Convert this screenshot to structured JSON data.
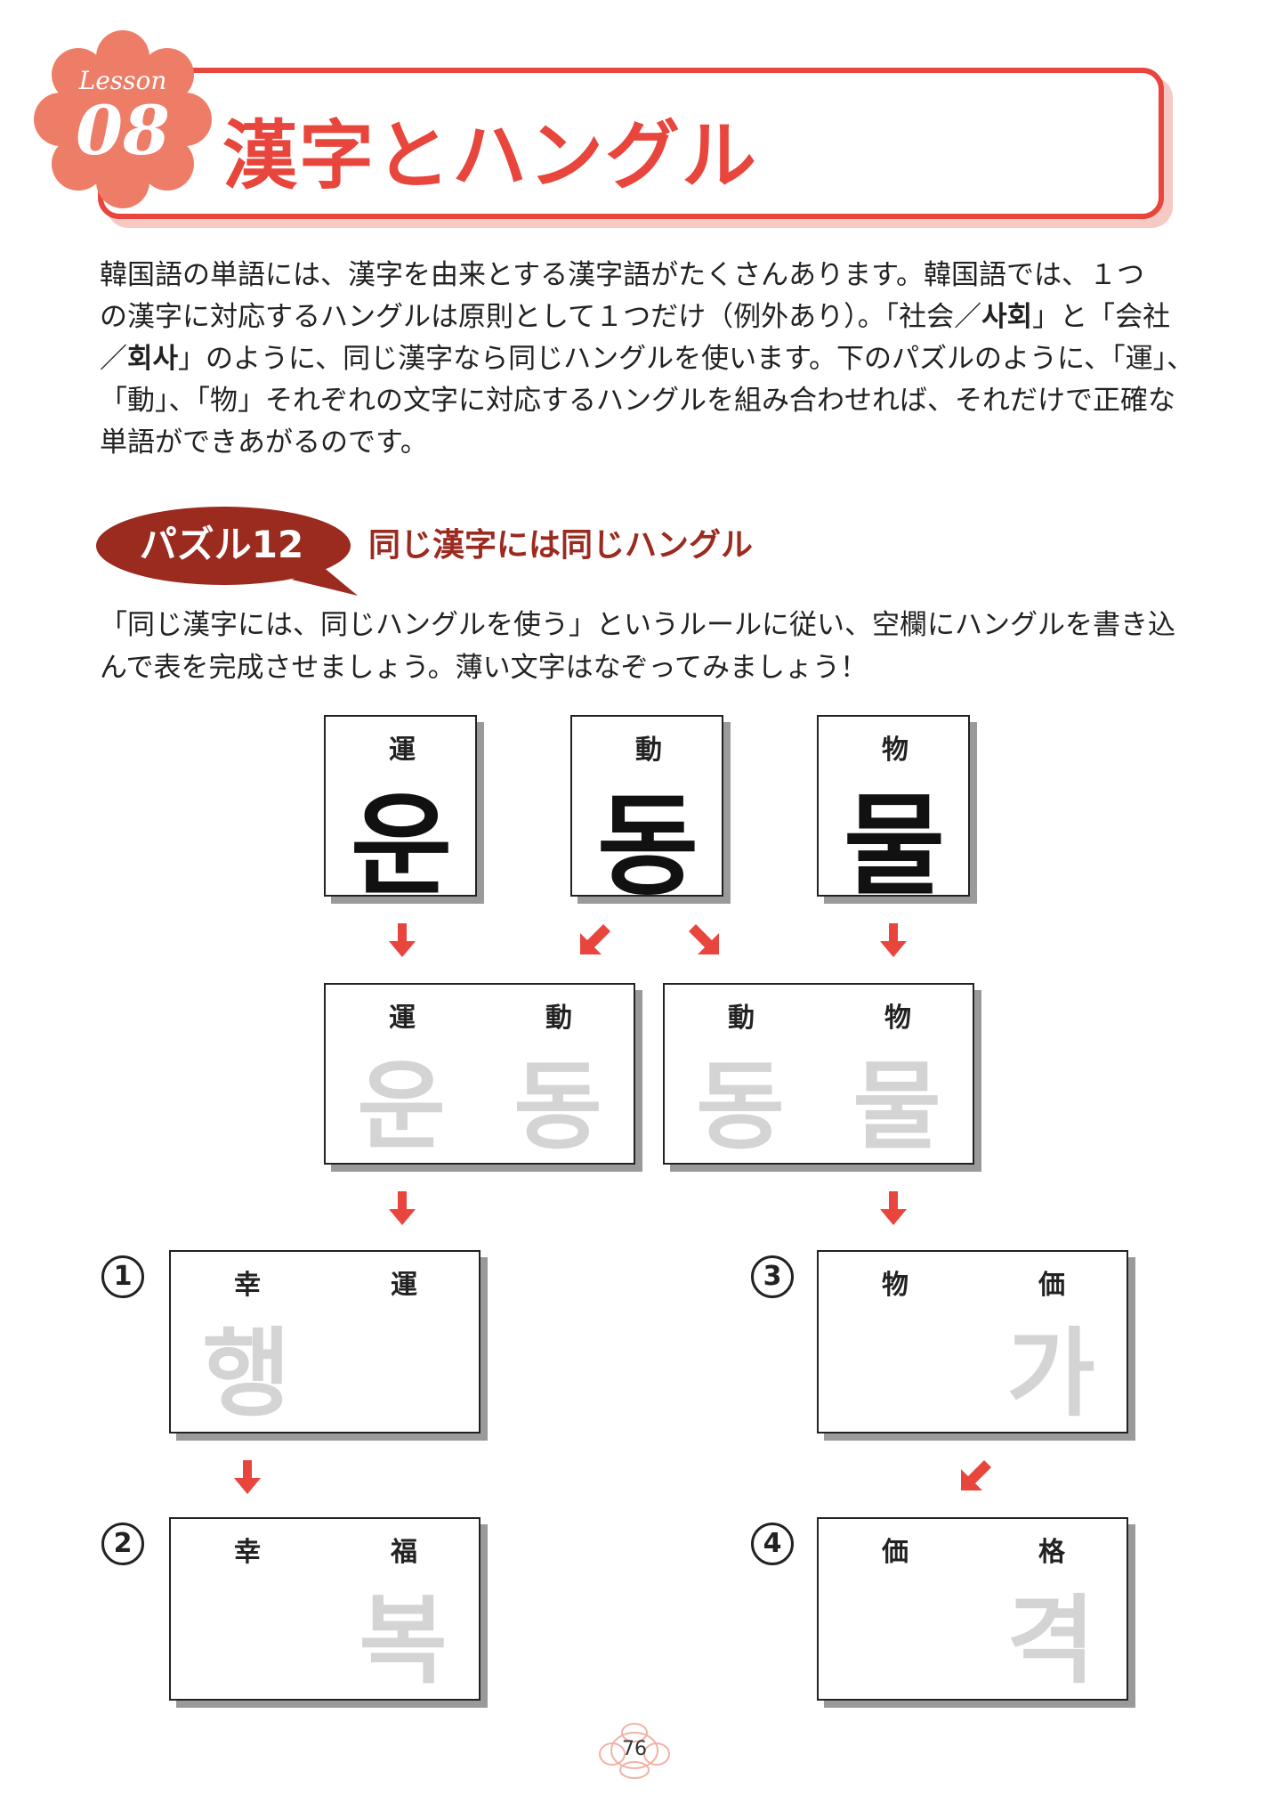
{
  "header": {
    "lesson_word": "Lesson",
    "lesson_number": "08",
    "title": "漢字とハングル",
    "accent_color": "#e8453c"
  },
  "intro": {
    "line1": "韓国語の単語には、漢字を由来とする漢字語がたくさんあります。韓国語では、１つ",
    "line2": "の漢字に対応するハングルは原則として１つだけ（例外あり）。「社会／",
    "line2_bold": "사회",
    "line2b": "」と「会社",
    "line3a": "／",
    "line3_bold": "회사",
    "line3b": "」のように、同じ漢字なら同じハングルを使います。下のパズルのように、「運」、",
    "line4": "「動」、「物」それぞれの文字に対応するハングルを組み合わせれば、それだけで正確な",
    "line5": "単語ができあがるのです。"
  },
  "puzzle": {
    "label": "パズル12",
    "subtitle": "同じ漢字には同じハングル",
    "instr_line1": "「同じ漢字には、同じハングルを使う」というルールに従い、空欄にハングルを書き込",
    "instr_line2": "んで表を完成させましょう。薄い文字はなぞってみましょう！"
  },
  "top_cards": [
    {
      "kanji": "運",
      "hangul": "운"
    },
    {
      "kanji": "動",
      "hangul": "동"
    },
    {
      "kanji": "物",
      "hangul": "물"
    }
  ],
  "middle_cards": [
    {
      "kanji1": "運",
      "kanji2": "動",
      "hangul1": "운",
      "hangul2": "동"
    },
    {
      "kanji1": "動",
      "kanji2": "物",
      "hangul1": "동",
      "hangul2": "물"
    }
  ],
  "bottom_cards": [
    {
      "num": "1",
      "kanji1": "幸",
      "kanji2": "運",
      "hangul1": "행",
      "hangul2": ""
    },
    {
      "num": "2",
      "kanji1": "幸",
      "kanji2": "福",
      "hangul1": "",
      "hangul2": "복"
    },
    {
      "num": "3",
      "kanji1": "物",
      "kanji2": "価",
      "hangul1": "",
      "hangul2": "가"
    },
    {
      "num": "4",
      "kanji1": "価",
      "kanji2": "格",
      "hangul1": "",
      "hangul2": "격"
    }
  ],
  "page_number": "76"
}
